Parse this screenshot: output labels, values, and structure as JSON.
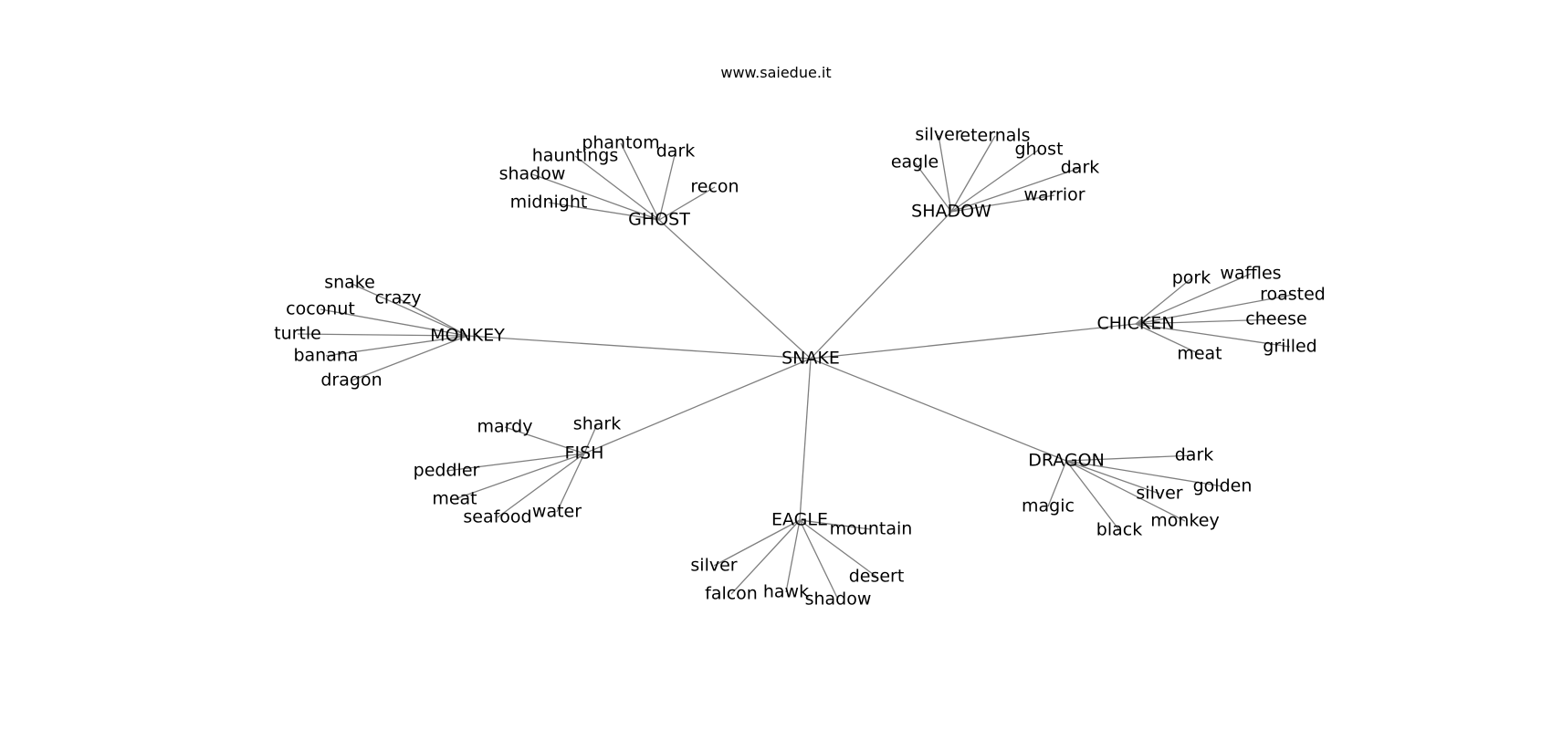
{
  "caption": "www.saiedue.it",
  "colors": {
    "edge": "#7f7f7f",
    "text": "#000000",
    "background": "#ffffff"
  },
  "graph": {
    "center": "SNAKE",
    "hubs": [
      {
        "label": "GHOST",
        "leaves": [
          "phantom",
          "dark",
          "hauntings",
          "shadow",
          "recon",
          "midnight"
        ]
      },
      {
        "label": "SHADOW",
        "leaves": [
          "silver",
          "eternals",
          "ghost",
          "eagle",
          "dark",
          "warrior"
        ]
      },
      {
        "label": "MONKEY",
        "leaves": [
          "snake",
          "crazy",
          "coconut",
          "turtle",
          "banana",
          "dragon"
        ]
      },
      {
        "label": "CHICKEN",
        "leaves": [
          "pork",
          "waffles",
          "roasted",
          "cheese",
          "grilled",
          "meat"
        ]
      },
      {
        "label": "FISH",
        "leaves": [
          "mardy",
          "shark",
          "peddler",
          "meat",
          "seafood",
          "water"
        ]
      },
      {
        "label": "DRAGON",
        "leaves": [
          "dark",
          "golden",
          "silver",
          "monkey",
          "magic",
          "black"
        ]
      },
      {
        "label": "EAGLE",
        "leaves": [
          "mountain",
          "silver",
          "desert",
          "falcon",
          "hawk",
          "shadow"
        ]
      }
    ]
  }
}
